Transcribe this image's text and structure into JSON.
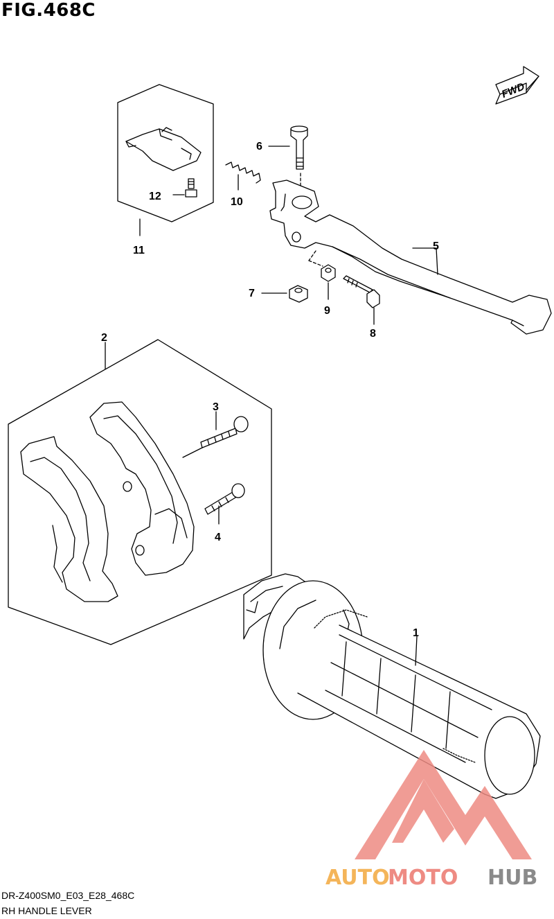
{
  "figure": {
    "title": "FIG.468C",
    "code": "DR-Z400SM0_E03_E28_468C",
    "name": "RH HANDLE LEVER"
  },
  "direction_badge": "FWD",
  "callouts": {
    "c1": "1",
    "c2": "2",
    "c3": "3",
    "c4": "4",
    "c5": "5",
    "c6": "6",
    "c7": "7",
    "c8": "8",
    "c9": "9",
    "c10": "10",
    "c11": "11",
    "c12": "12"
  },
  "watermark": {
    "part1": "AUTO",
    "part2": "MOTO",
    "part3": "HUB",
    "color_orange": "#f4b55a",
    "color_red": "#ee8b83",
    "color_gray": "#8a8a8a"
  }
}
